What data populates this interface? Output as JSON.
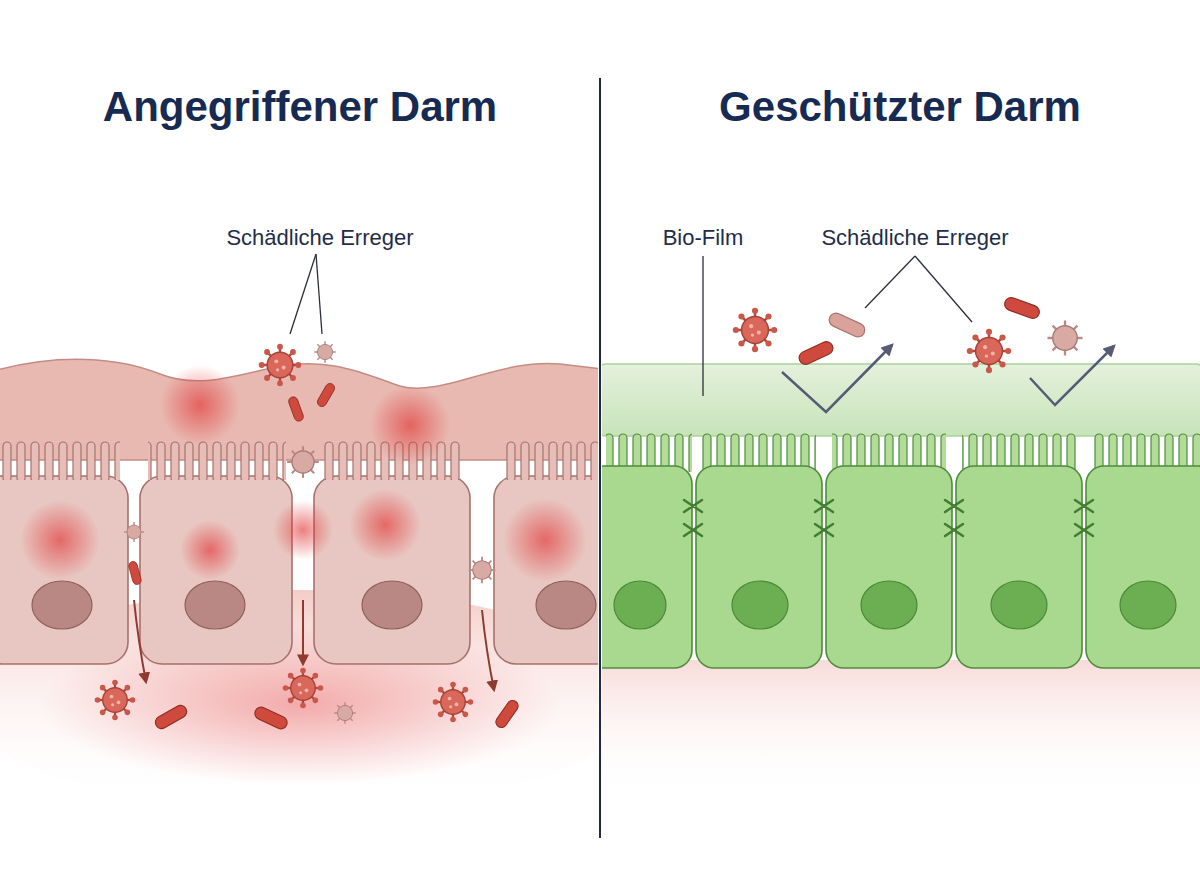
{
  "diagram": {
    "nodes": [
      {
        "text": [
          "Angegriffener Darm"
        ]
      },
      {
        "text": [
          "Geschützter Darm"
        ]
      }
    ],
    "labels": [
      "Schädliche Erreger",
      "Bio-Film",
      "Schädliche Erreger"
    ]
  }
}
